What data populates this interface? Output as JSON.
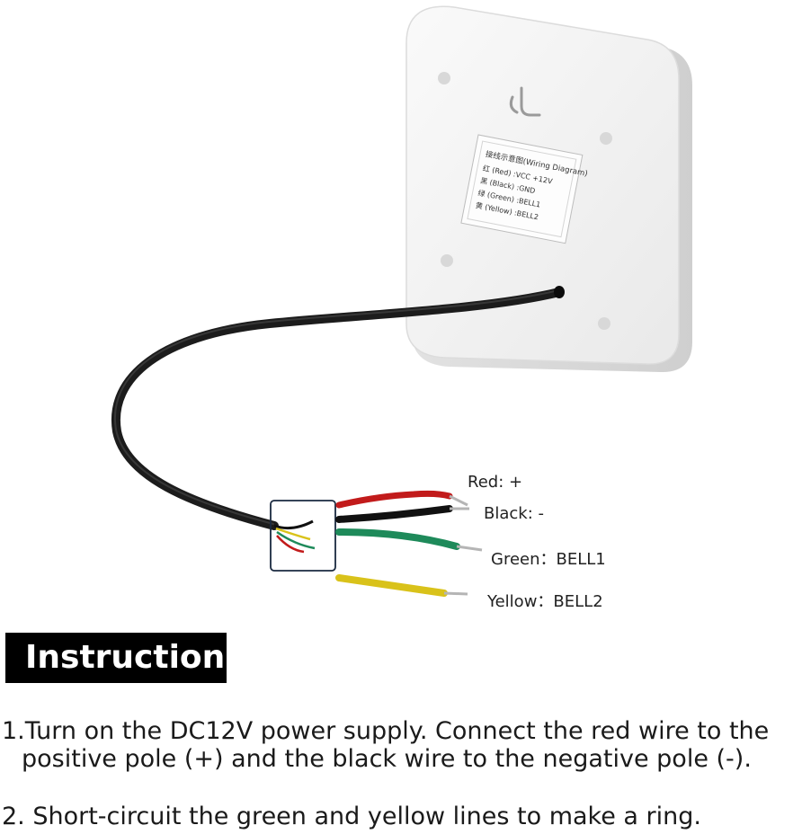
{
  "device": {
    "label_title": "接线示意图(Wiring Diagram)",
    "label_lines": [
      "红 (Red)    :VCC +12V",
      "黑 (Black)  :GND",
      "绿 (Green)  :BELL1",
      "黄 (Yellow) :BELL2"
    ],
    "colors": {
      "body": "#f4f4f4",
      "cable": "#1c1c1c",
      "red": "#c21b1b",
      "black": "#111111",
      "green": "#1e8a5a",
      "yellow": "#d9c21a"
    }
  },
  "wire_labels": {
    "red": "Red: +",
    "black": "Black: -",
    "green": "Green：BELL1",
    "yellow": "Yellow：BELL2"
  },
  "instruction": {
    "heading": "Instruction",
    "step1_line1": "1.Turn on the DC12V power supply. Connect the red wire to the",
    "step1_line2": "positive pole (+) and the black wire to the negative pole (-).",
    "step2": "2. Short-circuit the green and yellow lines to make a ring."
  }
}
